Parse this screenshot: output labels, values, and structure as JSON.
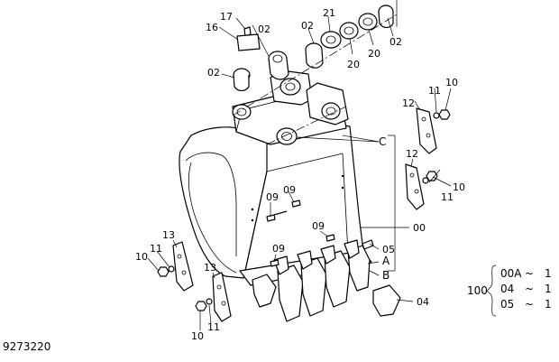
{
  "callouts": {
    "c17": "17",
    "c16": "16",
    "c02a": "02",
    "c02b": "02",
    "c21": "21",
    "c02c": "02",
    "c20a": "20",
    "c20b": "20",
    "c02d": "02",
    "c12a": "12",
    "c11a": "11",
    "c10a": "10",
    "cC": "C",
    "c12b": "12",
    "c11b": "11",
    "c10b": "10",
    "c09a": "09",
    "c09b": "09",
    "c09c": "09",
    "c09d": "09",
    "c00": "00",
    "c05": "05",
    "cA": "A",
    "cB": "B",
    "c04": "04",
    "c13a": "13",
    "c11c": "11",
    "c10c": "10",
    "c13b": "13",
    "c10d": "10",
    "c11d": "11"
  },
  "part_number": "9273220",
  "legend": {
    "group": "100",
    "rows": [
      {
        "part": "00A",
        "tilde": "~",
        "qty": "1"
      },
      {
        "part": "04",
        "tilde": "~",
        "qty": "1"
      },
      {
        "part": "05",
        "tilde": "~",
        "qty": "1"
      }
    ]
  }
}
